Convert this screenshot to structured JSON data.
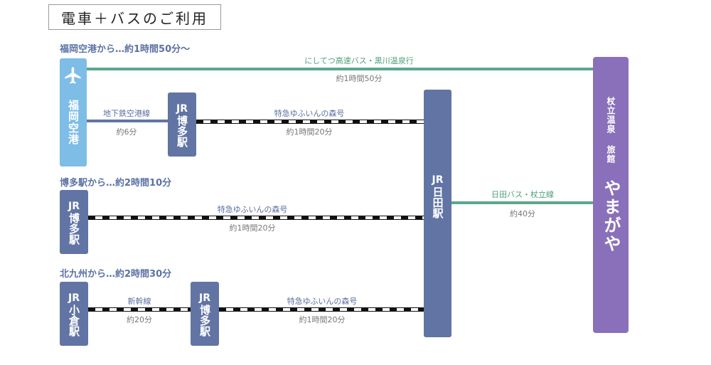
{
  "title": "電車＋バスのご利用",
  "routes": {
    "fukuoka_airport": {
      "heading": "福岡空港から…約1時間50分〜",
      "airport": "福岡空港",
      "bus_name": "にしてつ高速バス・黒川温泉行",
      "bus_time": "約1時間50分",
      "subway_name": "地下鉄空港線",
      "subway_time": "約6分",
      "hakata_jr": "JR",
      "hakata": "博多駅",
      "express_name": "特急ゆふいんの森号",
      "express_time": "約1時間20分"
    },
    "hakata": {
      "heading": "博多駅から…約2時間10分",
      "station_jr": "JR",
      "station": "博多駅",
      "express_name": "特急ゆふいんの森号",
      "express_time": "約1時間20分"
    },
    "kitakyushu": {
      "heading": "北九州から…約2時間30分",
      "kokura_jr": "JR",
      "kokura": "小倉駅",
      "shinkansen_name": "新幹線",
      "shinkansen_time": "約20分",
      "hakata_jr": "JR",
      "hakata": "博多駅",
      "express_name": "特急ゆふいんの森号",
      "express_time": "約1時間20分"
    }
  },
  "hita": {
    "jr": "JR",
    "name": "日田駅",
    "bus_name": "日田バス・杖立線",
    "bus_time": "約40分"
  },
  "ryokan": {
    "sub1": "杖立温泉",
    "sub2": "旅館",
    "name": "やまがや"
  },
  "colors": {
    "station": "#6174a4",
    "airport": "#7dbde6",
    "bus_line": "#5aa88a",
    "ryokan": "#8a70ba",
    "heading": "#5b72a4"
  },
  "icons": {
    "airport": "airplane-icon"
  }
}
